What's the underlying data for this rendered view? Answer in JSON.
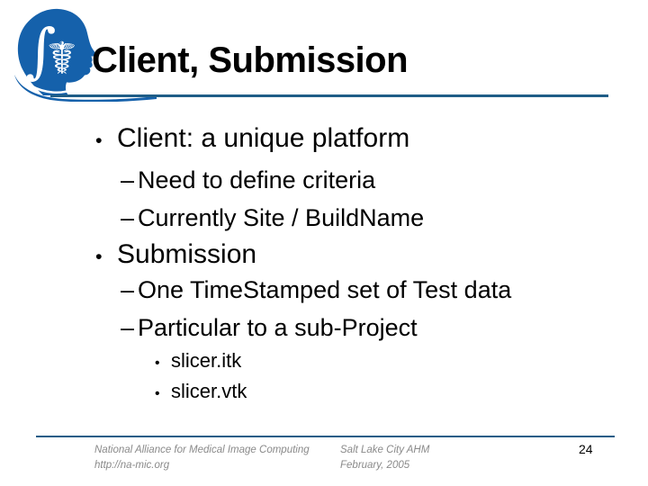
{
  "slide": {
    "title": "Client, Submission",
    "logo": {
      "name": "na-mic-brain-logo"
    },
    "bullets": [
      {
        "level": 1,
        "marker": "•",
        "text": "Client: a unique platform"
      },
      {
        "level": 2,
        "marker": "–",
        "text": "Need to define criteria"
      },
      {
        "level": 2,
        "marker": "–",
        "text": "Currently Site / BuildName"
      },
      {
        "level": 1,
        "marker": "•",
        "text": "Submission"
      },
      {
        "level": 2,
        "marker": "–",
        "text": "One TimeStamped set of Test data"
      },
      {
        "level": 2,
        "marker": "–",
        "text": "Particular to a sub-Project"
      },
      {
        "level": 3,
        "marker": "•",
        "text": "slicer.itk"
      },
      {
        "level": 3,
        "marker": "•",
        "text": "slicer.vtk"
      }
    ],
    "footer": {
      "org_line1": "National Alliance for Medical Image Computing",
      "org_line2": "http://na-mic.org",
      "event_line1": "Salt Lake City AHM",
      "event_line2": "February, 2005",
      "page_number": "24"
    },
    "colors": {
      "logo_blue": "#1561AB",
      "rule_blue": "#1F5D87",
      "footer_gray": "#8A8A8A"
    }
  }
}
